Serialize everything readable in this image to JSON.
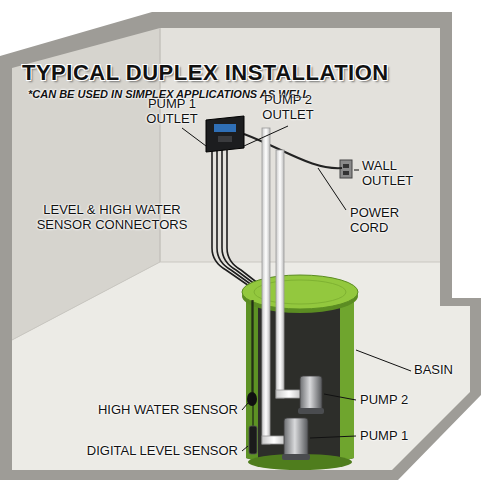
{
  "diagram": {
    "title": "TYPICAL DUPLEX INSTALLATION",
    "labels": [
      "*CAN BE USED IN SIMPLEX APPLICATIONS AS WELL",
      "PUMP 1 OUTLET",
      "PUMP 2 OUTLET",
      "WALL OUTLET",
      "LEVEL & HIGH WATER SENSOR CONNECTORS",
      "POWER CORD",
      "BASIN",
      "HIGH WATER SENSOR",
      "PUMP 2",
      "DIGITAL LEVEL SENSOR",
      "PUMP 1"
    ]
  }
}
